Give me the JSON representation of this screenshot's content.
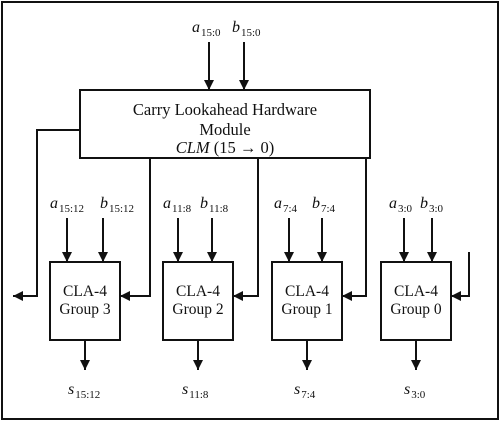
{
  "module": {
    "title_line1": "Carry Lookahead Hardware",
    "title_line2": "Module",
    "subtitle_name": "CLM",
    "subtitle_range": " (15 → 0)"
  },
  "top_inputs": [
    {
      "var": "a",
      "sub": "15:0"
    },
    {
      "var": "b",
      "sub": "15:0"
    }
  ],
  "groups": [
    {
      "line1": "CLA-4",
      "line2": "Group 3",
      "in_a": "15:12",
      "in_b": "15:12",
      "out": "15:12"
    },
    {
      "line1": "CLA-4",
      "line2": "Group 2",
      "in_a": "11:8",
      "in_b": "11:8",
      "out": "11:8"
    },
    {
      "line1": "CLA-4",
      "line2": "Group 1",
      "in_a": "7:4",
      "in_b": "7:4",
      "out": "7:4"
    },
    {
      "line1": "CLA-4",
      "line2": "Group 0",
      "in_a": "3:0",
      "in_b": "3:0",
      "out": "3:0"
    }
  ],
  "labels": {
    "a": "a",
    "b": "b",
    "s": "s"
  },
  "colors": {
    "line": "#111111",
    "background": "#ffffff"
  }
}
